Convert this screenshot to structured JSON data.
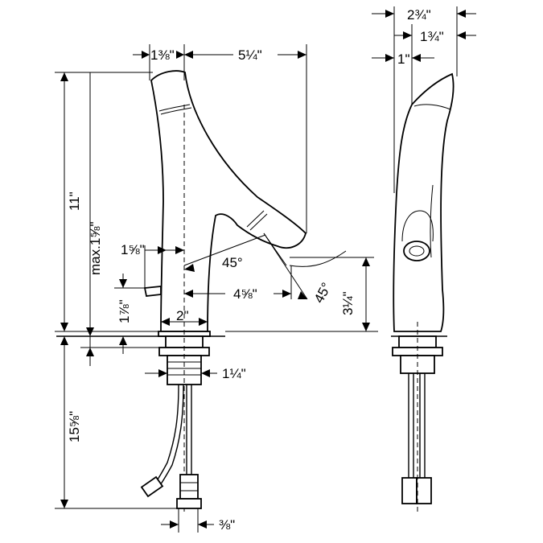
{
  "dimensions": {
    "top_left_width": "1⅜\"",
    "spout_reach": "5¼\"",
    "total_height": "11\"",
    "max_deck": "max.1⅝\"",
    "lever_offset": "1⅝\"",
    "angle_1": "45°",
    "angle_2": "45°",
    "spout_to_center": "4⅝\"",
    "lever_height": "1⅞\"",
    "base_diameter": "2\"",
    "outlet_height": "3¼\"",
    "body_depth": "2¾\"",
    "upper_depth": "1¾\"",
    "neck_depth": "1\"",
    "shank_width": "1¼\"",
    "hose_length": "15⅝\"",
    "connection_size": "⅜\""
  },
  "colors": {
    "ink": "#000000",
    "paper": "#ffffff"
  }
}
